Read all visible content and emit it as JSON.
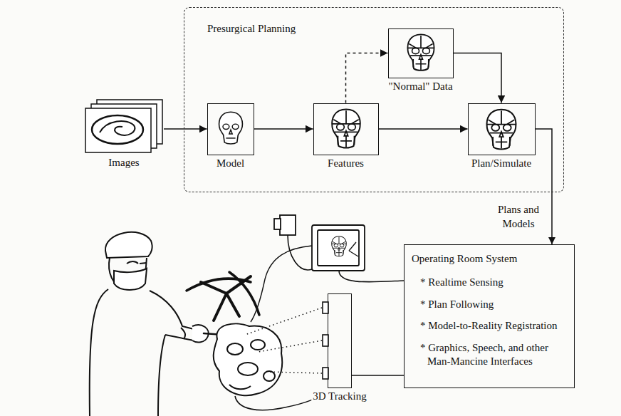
{
  "diagram": {
    "nodes": [
      {
        "text": [
          "Presurgical Planning"
        ]
      },
      {
        "text": [
          "Images"
        ]
      },
      {
        "text": [
          "Model"
        ],
        "in": 0
      },
      {
        "text": [
          "Features"
        ],
        "in": 0
      },
      {
        "text": [
          "\"Normal\" Data"
        ],
        "in": 0
      },
      {
        "text": [
          "Plan/Simulate"
        ],
        "in": 0
      },
      {
        "text": [
          "Operating Room System",
          "* Realtime Sensing",
          "* Plan Following",
          "* Model-to-Reality Registration",
          "* Graphics, Speech, and other Man-Mancine Interfaces"
        ]
      },
      {
        "text": [
          "3D Tracking"
        ]
      }
    ],
    "edges": [
      {
        "from": 1,
        "to": 2,
        "arrow": "to"
      },
      {
        "from": 2,
        "to": 3,
        "arrow": "to"
      },
      {
        "from": 3,
        "to": 4,
        "arrow": "to"
      },
      {
        "from": 4,
        "to": 5,
        "arrow": "to"
      },
      {
        "from": 3,
        "to": 5,
        "arrow": "to"
      },
      {
        "from": 5,
        "to": 6,
        "label": "Plans and Models",
        "arrow": "to"
      },
      {
        "from": 7,
        "to": 6,
        "arrow": "none"
      }
    ]
  }
}
